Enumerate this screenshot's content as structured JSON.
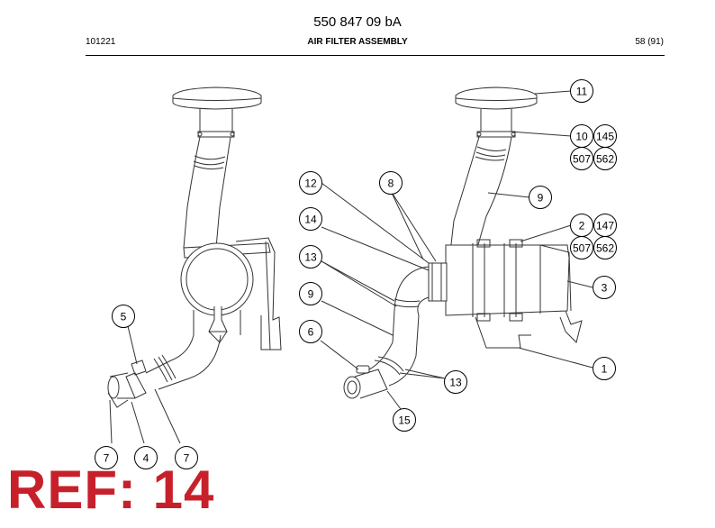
{
  "header": {
    "doc_number": "550 847 09 bA",
    "code": "101221",
    "title": "AIR FILTER ASSEMBLY",
    "page": "58 (91)"
  },
  "callouts": [
    "11",
    "10",
    "145",
    "507",
    "562",
    "9",
    "2",
    "147",
    "507",
    "562",
    "3",
    "1",
    "12",
    "8",
    "14",
    "13",
    "9",
    "6",
    "13",
    "15",
    "5",
    "7",
    "4",
    "7"
  ],
  "ref_label": "REF: 14"
}
